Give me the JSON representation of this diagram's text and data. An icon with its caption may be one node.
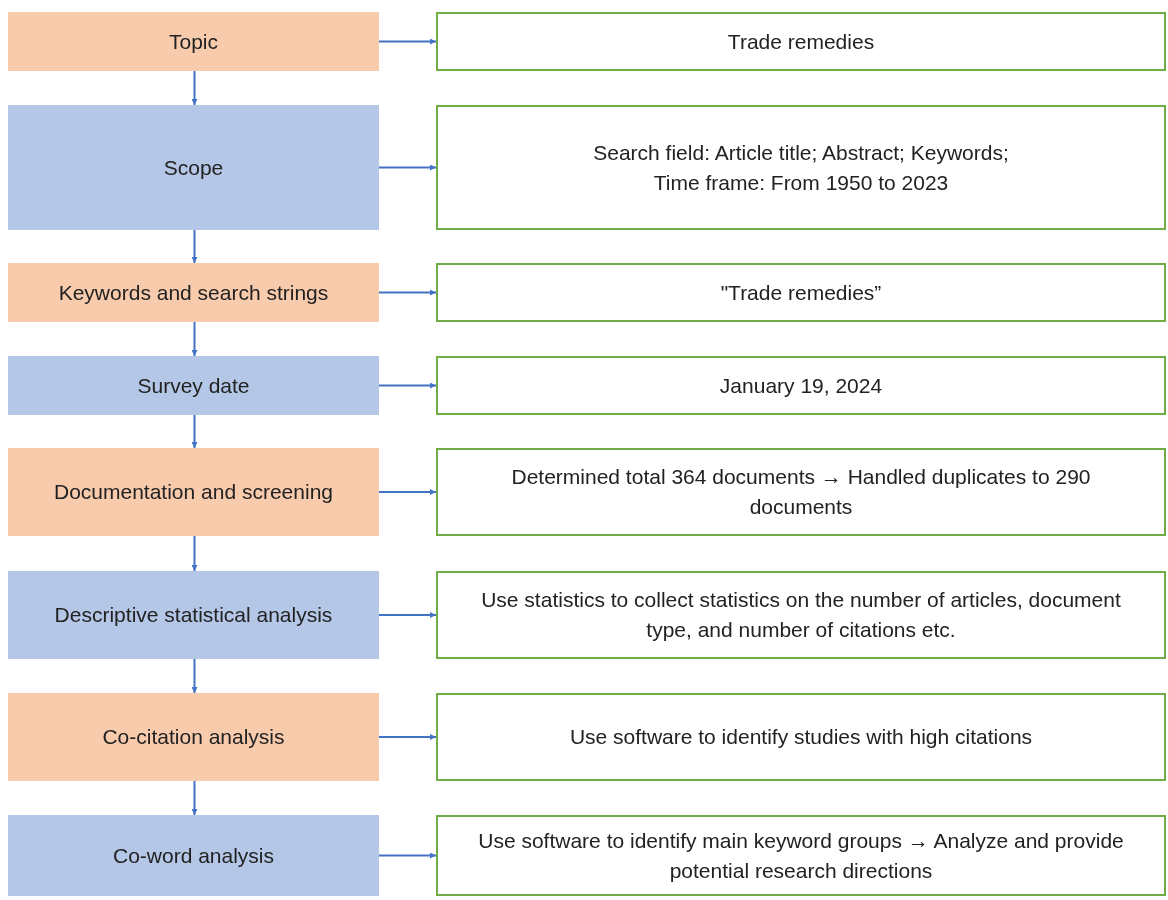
{
  "diagram": {
    "nodes": [
      {
        "text": [
          "Topic"
        ]
      },
      {
        "text": [
          "Trade remedies"
        ]
      },
      {
        "text": [
          "Scope"
        ]
      },
      {
        "text": [
          "Search field: Article title; Abstract; Keywords;",
          "Time frame: From 1950 to 2023"
        ]
      },
      {
        "text": [
          "Keywords and search strings"
        ]
      },
      {
        "text": [
          "\"Trade remedies”"
        ]
      },
      {
        "text": [
          "Survey date"
        ]
      },
      {
        "text": [
          "January 19, 2024"
        ]
      },
      {
        "text": [
          "Documentation and screening"
        ]
      },
      {
        "text": [
          "Determined total 364 documents → Handled duplicates to 290 documents"
        ]
      },
      {
        "text": [
          "Descriptive statistical analysis"
        ]
      },
      {
        "text": [
          "Use statistics to collect statistics on the number of articles, document type, and number of citations etc."
        ]
      },
      {
        "text": [
          "Co-citation analysis"
        ]
      },
      {
        "text": [
          "Use software to identify studies with high citations"
        ]
      },
      {
        "text": [
          "Co-word analysis"
        ]
      },
      {
        "text": [
          "Use software to identify main keyword groups → Analyze and provide potential research directions"
        ]
      }
    ],
    "edges": [
      {
        "from": 0,
        "to": 1,
        "arrow": "to"
      },
      {
        "from": 0,
        "to": 2,
        "arrow": "to"
      },
      {
        "from": 2,
        "to": 3,
        "arrow": "to"
      },
      {
        "from": 2,
        "to": 4,
        "arrow": "to"
      },
      {
        "from": 4,
        "to": 5,
        "arrow": "to"
      },
      {
        "from": 4,
        "to": 6,
        "arrow": "to"
      },
      {
        "from": 6,
        "to": 7,
        "arrow": "to"
      },
      {
        "from": 6,
        "to": 8,
        "arrow": "to"
      },
      {
        "from": 8,
        "to": 9,
        "arrow": "to"
      },
      {
        "from": 8,
        "to": 10,
        "arrow": "to"
      },
      {
        "from": 10,
        "to": 11,
        "arrow": "to"
      },
      {
        "from": 10,
        "to": 12,
        "arrow": "to"
      },
      {
        "from": 12,
        "to": 13,
        "arrow": "to"
      },
      {
        "from": 12,
        "to": 14,
        "arrow": "to"
      },
      {
        "from": 14,
        "to": 15,
        "arrow": "to"
      }
    ]
  }
}
